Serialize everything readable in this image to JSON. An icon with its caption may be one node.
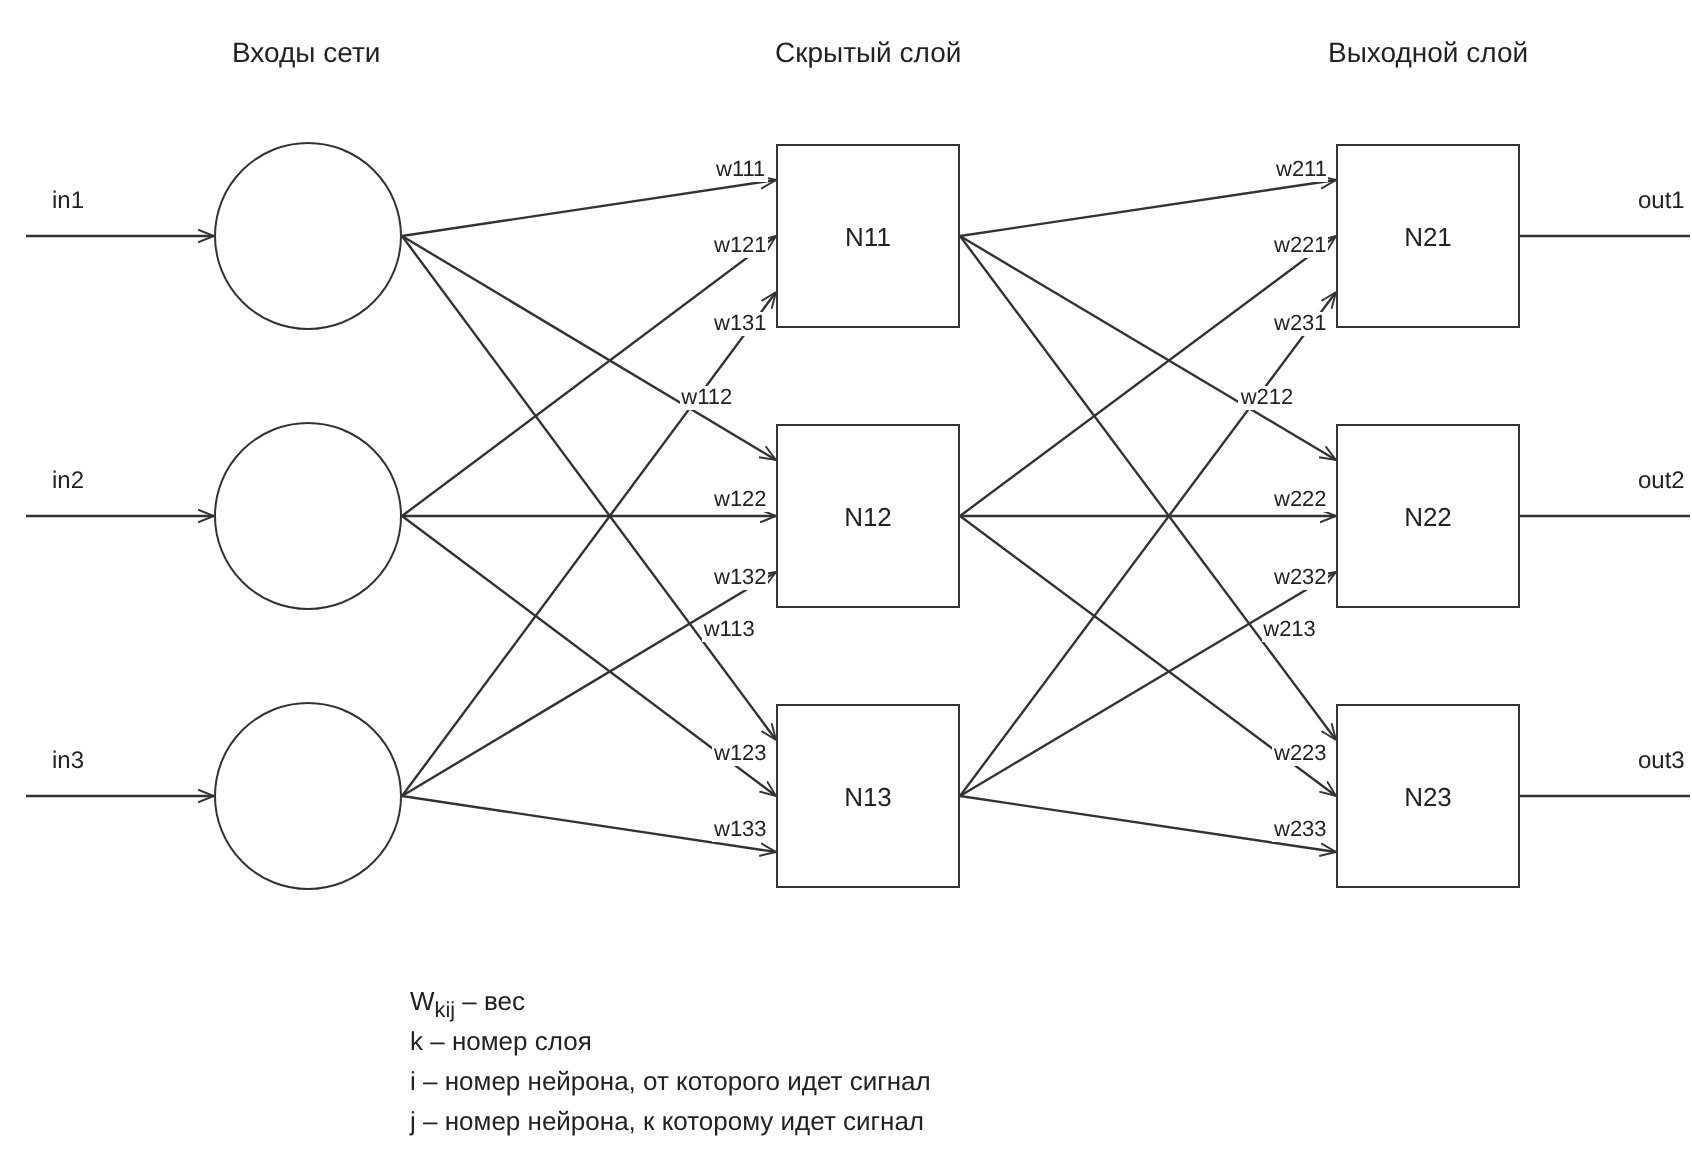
{
  "diagram": {
    "nodes": [
      {
        "text": [],
        "shape": "circle"
      },
      {
        "text": [],
        "shape": "circle"
      },
      {
        "text": [],
        "shape": "circle"
      },
      {
        "text": [
          "N11"
        ]
      },
      {
        "text": [
          "N12"
        ]
      },
      {
        "text": [
          "N13"
        ]
      },
      {
        "text": [
          "N21"
        ]
      },
      {
        "text": [
          "N22"
        ]
      },
      {
        "text": [
          "N23"
        ]
      }
    ],
    "edges": [
      {
        "from": null,
        "to": 0,
        "arrow": "to",
        "label": "in1"
      },
      {
        "from": null,
        "to": 1,
        "arrow": "to",
        "label": "in2"
      },
      {
        "from": null,
        "to": 2,
        "arrow": "to",
        "label": "in3"
      },
      {
        "from": 0,
        "to": 3,
        "arrow": "to",
        "label": "w111"
      },
      {
        "from": 0,
        "to": 4,
        "arrow": "to",
        "label": "w112"
      },
      {
        "from": 0,
        "to": 5,
        "arrow": "to",
        "label": "w113"
      },
      {
        "from": 1,
        "to": 3,
        "arrow": "to",
        "label": "w121"
      },
      {
        "from": 1,
        "to": 4,
        "arrow": "to",
        "label": "w122"
      },
      {
        "from": 1,
        "to": 5,
        "arrow": "to",
        "label": "w123"
      },
      {
        "from": 2,
        "to": 3,
        "arrow": "to",
        "label": "w131"
      },
      {
        "from": 2,
        "to": 4,
        "arrow": "to",
        "label": "w132"
      },
      {
        "from": 2,
        "to": 5,
        "arrow": "to",
        "label": "w133"
      },
      {
        "from": 3,
        "to": 6,
        "arrow": "to",
        "label": "w211"
      },
      {
        "from": 3,
        "to": 7,
        "arrow": "to",
        "label": "w212"
      },
      {
        "from": 3,
        "to": 8,
        "arrow": "to",
        "label": "w213"
      },
      {
        "from": 4,
        "to": 6,
        "arrow": "to",
        "label": "w221"
      },
      {
        "from": 4,
        "to": 7,
        "arrow": "to",
        "label": "w222"
      },
      {
        "from": 4,
        "to": 8,
        "arrow": "to",
        "label": "w223"
      },
      {
        "from": 5,
        "to": 6,
        "arrow": "to",
        "label": "w231"
      },
      {
        "from": 5,
        "to": 7,
        "arrow": "to",
        "label": "w232"
      },
      {
        "from": 5,
        "to": 8,
        "arrow": "to",
        "label": "w233"
      },
      {
        "from": 6,
        "to": null,
        "arrow": "none",
        "label": "out1"
      },
      {
        "from": 7,
        "to": null,
        "arrow": "none",
        "label": "out2"
      },
      {
        "from": 8,
        "to": null,
        "arrow": "none",
        "label": "out3"
      }
    ],
    "labels": [
      "Входы сети",
      "Скрытый слой",
      "Выходной слой",
      "W$_{kij}$ – вес",
      "k – номер слоя",
      "i – номер нейрона, от которого идет сигнал",
      "j – номер нейрона, к которому идет сигнал"
    ]
  }
}
